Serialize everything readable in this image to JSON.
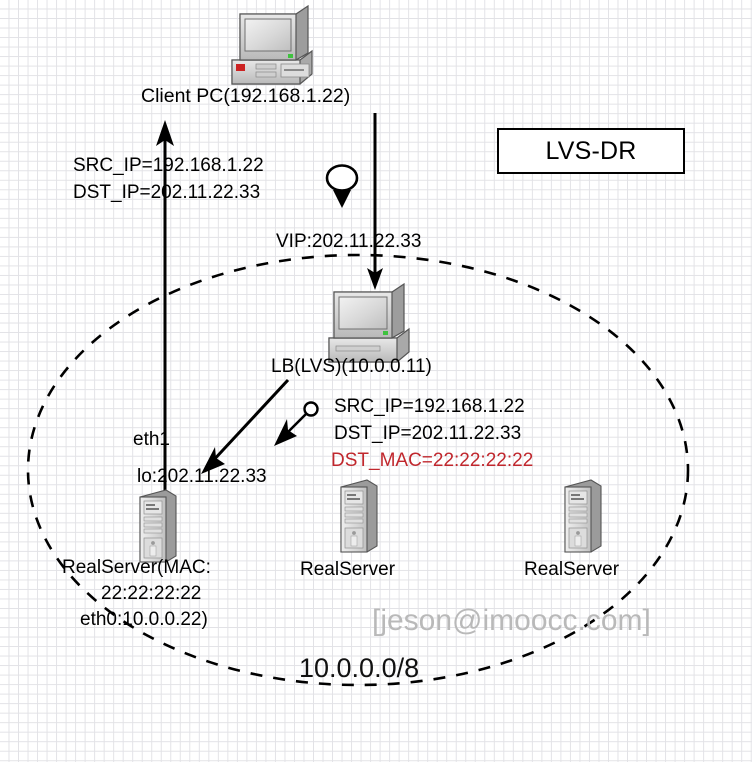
{
  "diagram": {
    "title_box": {
      "label": "LVS-DR"
    },
    "subnet_label": "10.0.0.0/8",
    "watermark": "[jeson@imoocc.com]",
    "accent_color": "#c0272d",
    "line_color": "#000000",
    "grid_color": "#e2e2e6"
  },
  "nodes": {
    "client": {
      "icon": "desktop-pc-icon",
      "label": "Client PC(192.168.1.22)",
      "ip": "192.168.1.22"
    },
    "load_balancer": {
      "icon": "desktop-pc-icon",
      "label": "LB(LVS)(10.0.0.11)",
      "ip": "10.0.0.11",
      "vip_label": "VIP:202.11.22.33"
    },
    "realserver1": {
      "icon": "server-tower-icon",
      "iface_eth1": "eth1",
      "iface_lo": "lo:202.11.22.33",
      "label_line1": "RealServer(MAC:",
      "label_line2": "22:22:22:22",
      "label_line3": "eth0:10.0.0.22)"
    },
    "realserver2": {
      "icon": "server-tower-icon",
      "label": "RealServer"
    },
    "realserver3": {
      "icon": "server-tower-icon",
      "label": "RealServer"
    }
  },
  "annotations": {
    "response_packet": {
      "src_ip": "SRC_IP=192.168.1.22",
      "dst_ip": "DST_IP=202.11.22.33"
    },
    "forward_packet": {
      "src_ip": "SRC_IP=192.168.1.22",
      "dst_ip": "DST_IP=202.11.22.33",
      "dst_mac": "DST_MAC=22:22:22:22"
    }
  }
}
